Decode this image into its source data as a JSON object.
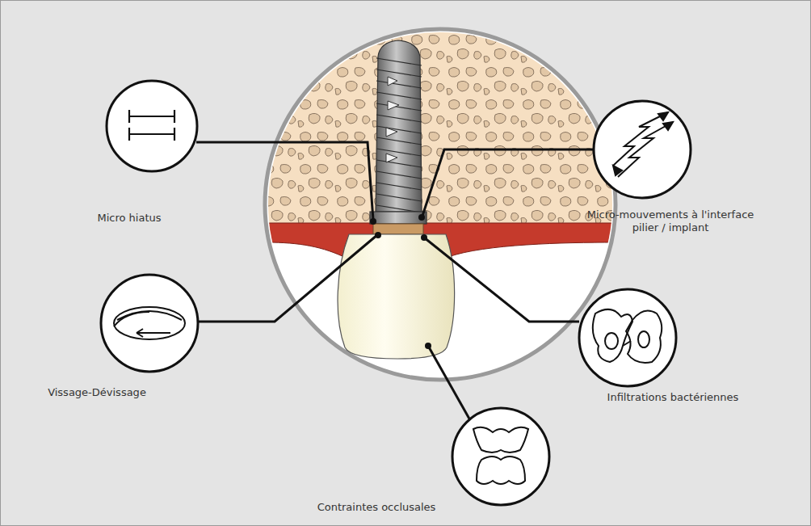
{
  "diagram": {
    "nodes": [
      {
        "text": [
          "Micro hiatus"
        ]
      },
      {
        "text": [
          "Micro-mouvements à l'interface pilier / implant"
        ]
      },
      {
        "text": [
          "Vissage-Dévissage"
        ]
      },
      {
        "text": [
          "Infiltrations bactériennes"
        ]
      },
      {
        "text": [
          "Contraintes occlusales"
        ]
      }
    ]
  }
}
